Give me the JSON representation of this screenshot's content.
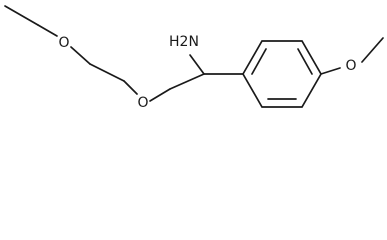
{
  "structure": {
    "atom_labels": {
      "amine": "H2N",
      "ether_o_1": "O",
      "ether_o_2": "O",
      "methoxy_o": "O"
    }
  },
  "colors": {
    "bond": "#1a1a1a",
    "background": "#ffffff"
  }
}
